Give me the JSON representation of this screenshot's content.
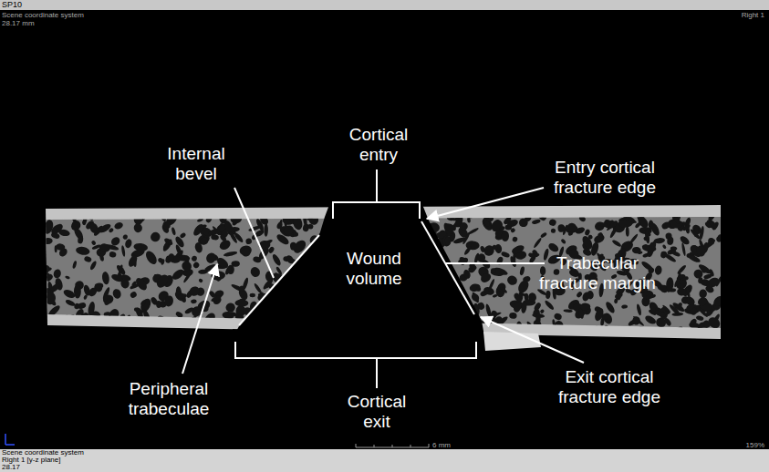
{
  "diagram": {
    "labels": [
      "SP10",
      "Scene coordinate system",
      "28.17 mm",
      "Right 1",
      "Internal bevel",
      "Cortical entry",
      "Entry cortical fracture edge",
      "Wound volume",
      "Trabecular fracture margin",
      "Peripheral trabeculae",
      "Exit cortical fracture edge",
      "Cortical exit",
      "6 mm",
      "159%",
      "Scene coordinate system",
      "Right 1 [y-z plane]",
      "28.17"
    ]
  }
}
